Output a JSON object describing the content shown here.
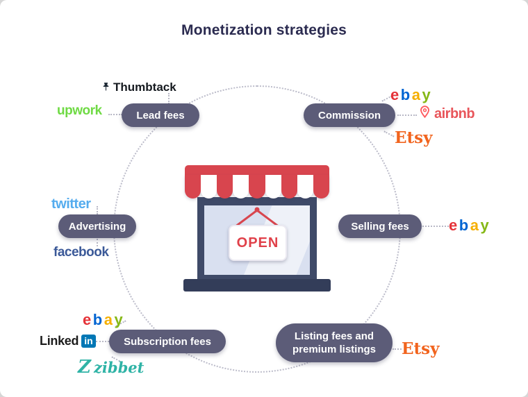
{
  "title": "Monetization strategies",
  "center": {
    "sign": "OPEN"
  },
  "nodes": [
    {
      "label": "Lead fees"
    },
    {
      "label": "Commission"
    },
    {
      "label": "Advertising"
    },
    {
      "label": "Selling fees"
    },
    {
      "label": "Subscription fees"
    },
    {
      "line1": "Listing fees and",
      "line2": "premium listings"
    }
  ],
  "logos": {
    "thumbtack": "Thumbtack",
    "upwork": "upwork",
    "ebay": {
      "e": "e",
      "b": "b",
      "a": "a",
      "y": "y"
    },
    "airbnb": "airbnb",
    "etsy": "Etsy",
    "twitter": "twitter",
    "facebook": "facebook",
    "linkedin": {
      "name": "Linked",
      "badge": "in"
    },
    "zibbet": {
      "mark": "Z",
      "name": "zibbet"
    }
  },
  "colors": {
    "pill": "#5c5c78",
    "title": "#2b2b50",
    "accent_red": "#d8454e",
    "storefront_body": "#3f4a68",
    "storefront_base": "#333d59",
    "window": "#d9e0f0",
    "ebay_e": "#e53238",
    "ebay_b": "#0064d2",
    "ebay_a": "#f5af02",
    "ebay_y": "#86b817",
    "upwork": "#6fda44",
    "twitter": "#55acee",
    "facebook": "#3b5998",
    "linkedin": "#0077b5",
    "etsy": "#f1641e",
    "airbnb": "#e8555a",
    "zibbet": "#2fb3a6"
  }
}
